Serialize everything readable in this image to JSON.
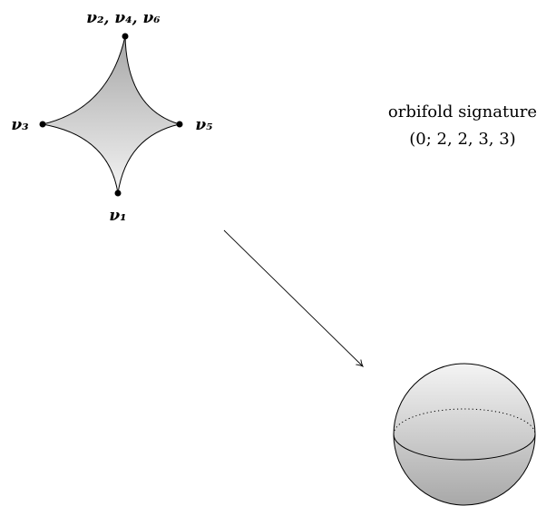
{
  "vertices": {
    "top": "ν₂, ν₄, ν₆",
    "left": "ν₃",
    "right": "ν₅",
    "bottom": "ν₁"
  },
  "caption": {
    "line1": "orbifold signature",
    "line2": "(0; 2, 2, 3, 3)"
  },
  "colors": {
    "stroke": "#000000",
    "fill_light": "#f2f2f2",
    "fill_dark": "#a6a6a6"
  }
}
